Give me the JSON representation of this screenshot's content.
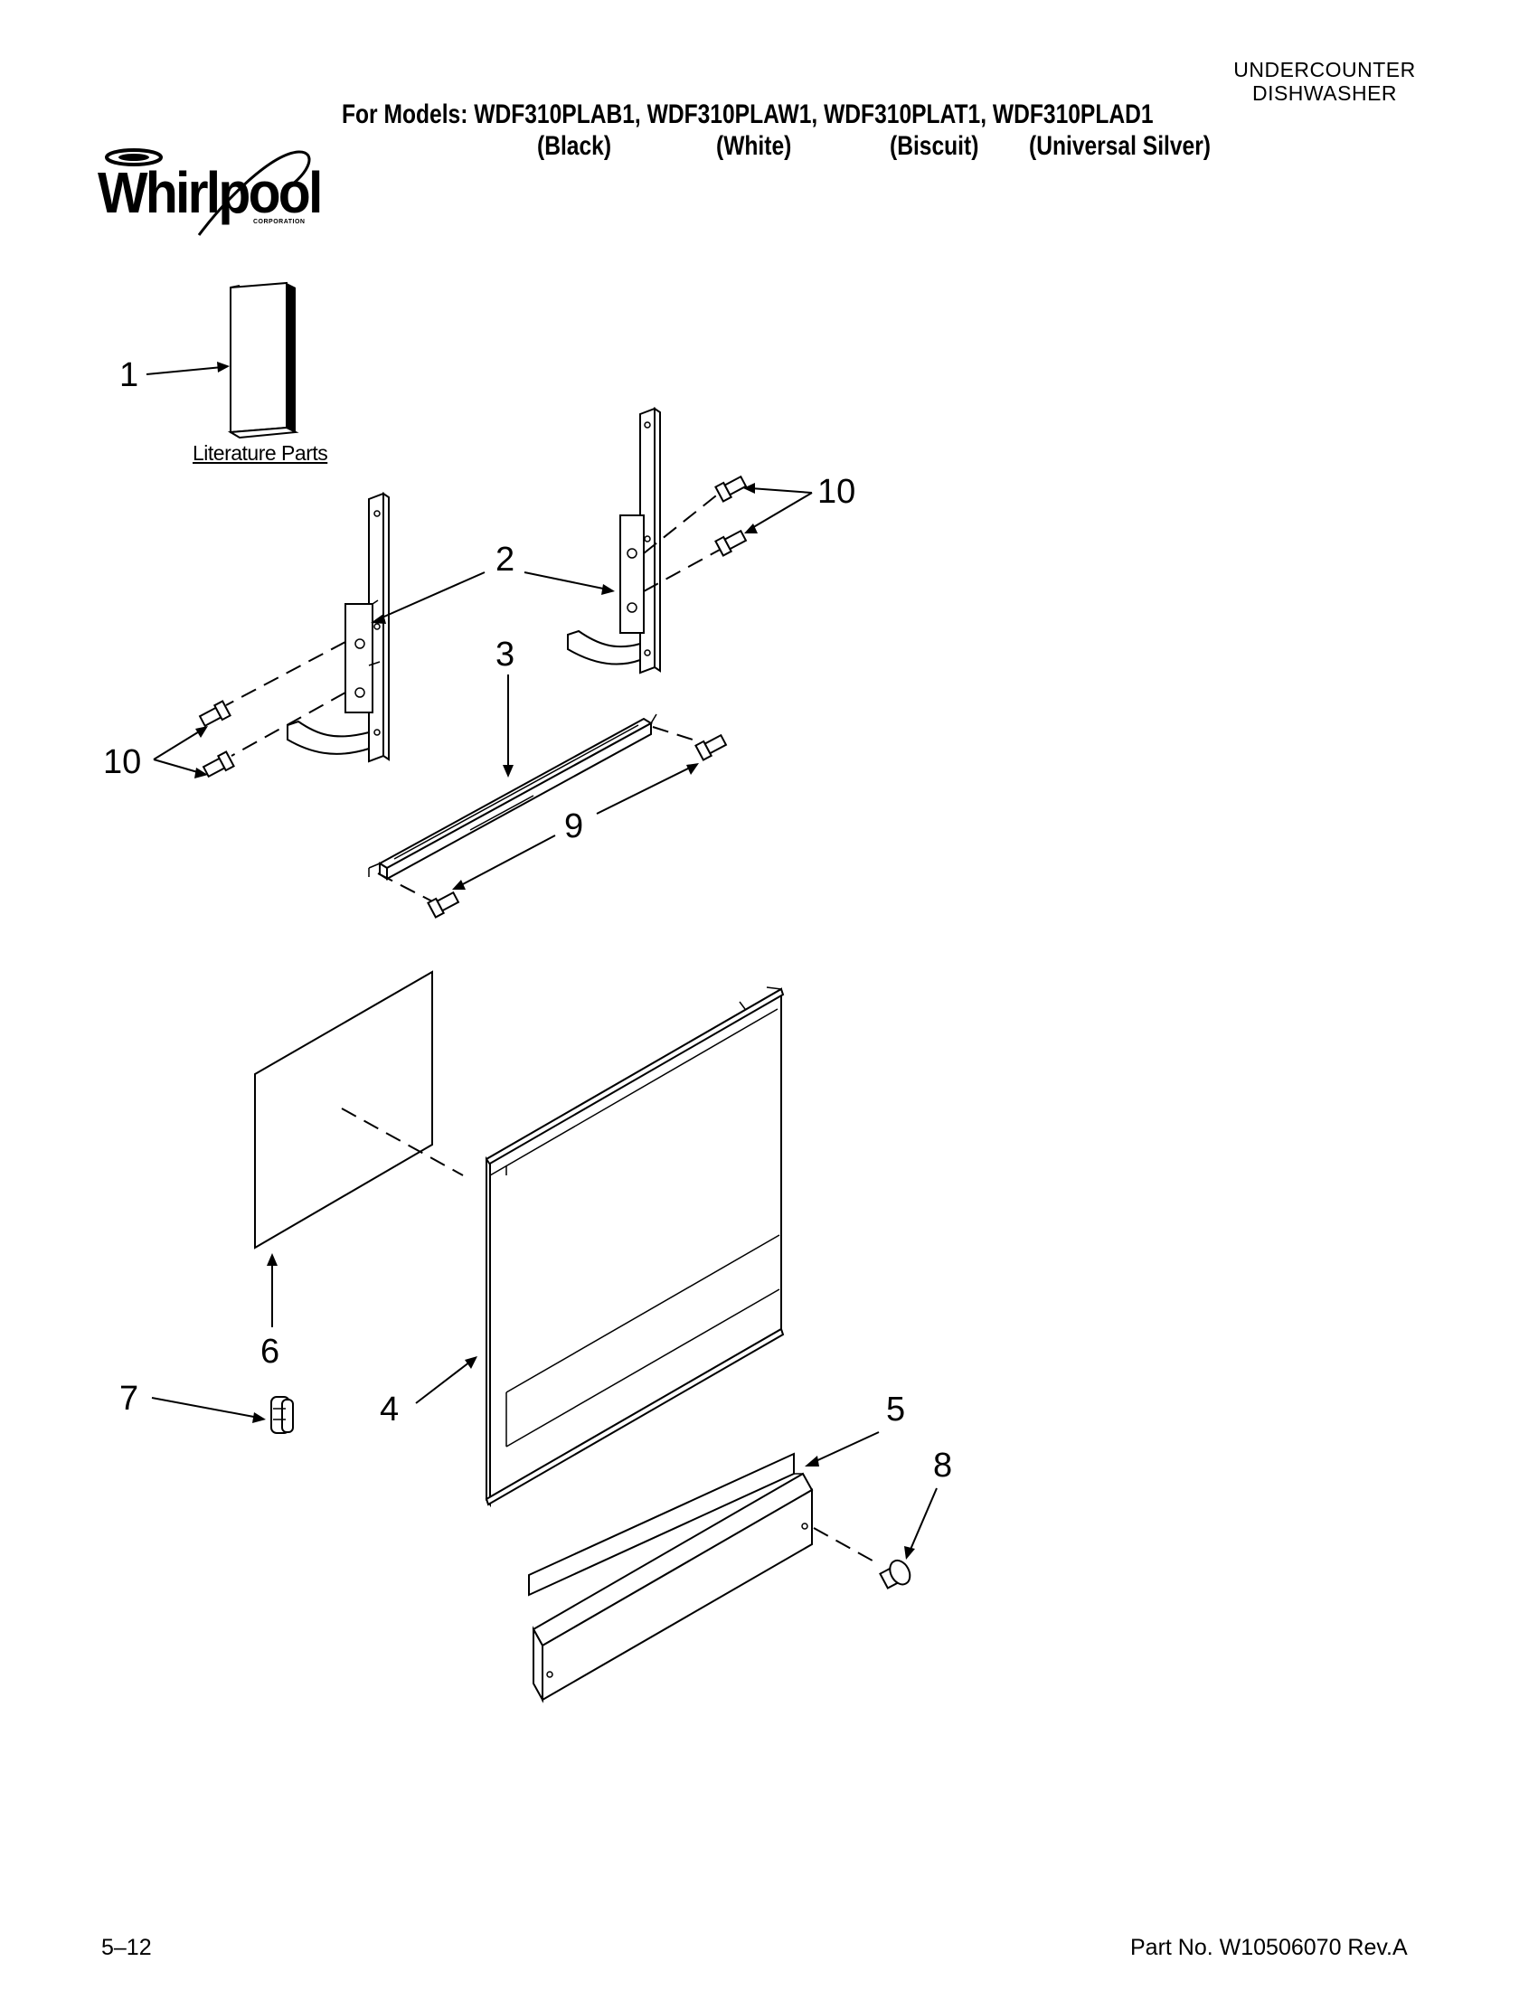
{
  "header": {
    "category_line1": "UNDERCOUNTER",
    "category_line2": "DISHWASHER",
    "models_line": "For Models: WDF310PLAB1, WDF310PLAW1, WDF310PLAT1, WDF310PLAD1",
    "colors": [
      "(Black)",
      "(White)",
      "(Biscuit)",
      "(Universal Silver)"
    ]
  },
  "logo": {
    "brand": "Whirlpool",
    "sub": "CORPORATION"
  },
  "diagram": {
    "literature_label": "Literature Parts",
    "callouts": {
      "c1": "1",
      "c2": "2",
      "c3": "3",
      "c4": "4",
      "c5": "5",
      "c6": "6",
      "c7": "7",
      "c8": "8",
      "c9": "9",
      "c10a": "10",
      "c10b": "10"
    }
  },
  "footer": {
    "page": "5–12",
    "part_no": "Part No. W10506070 Rev.A"
  }
}
